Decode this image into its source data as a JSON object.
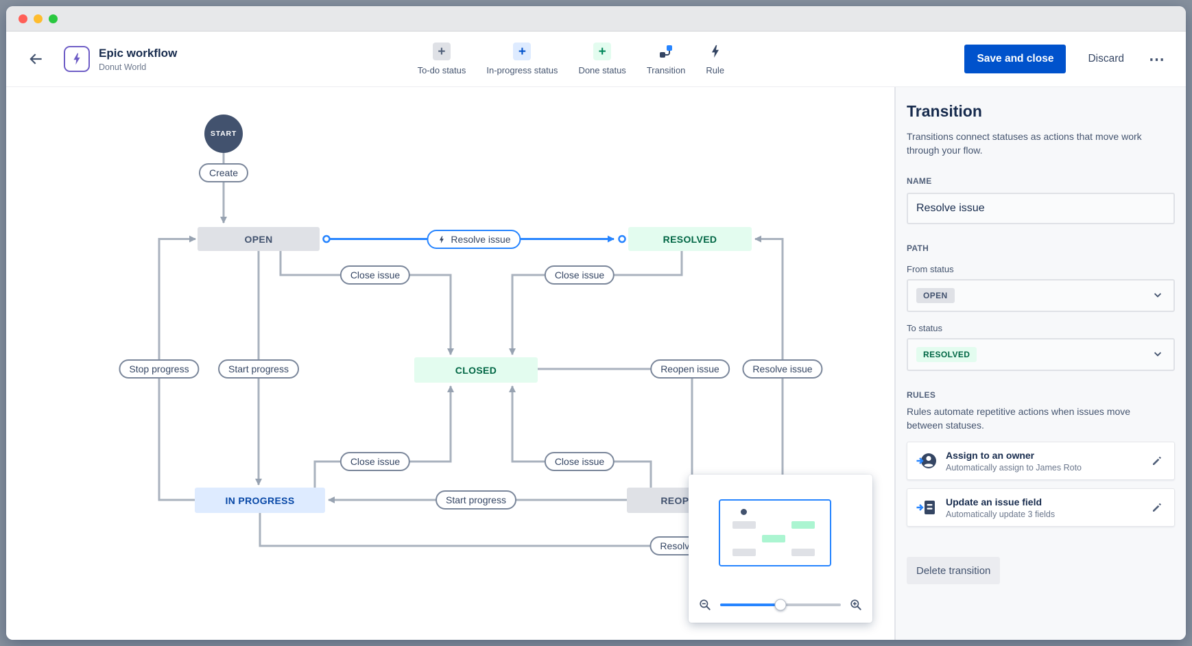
{
  "icons": {
    "plus": "+",
    "more": "⋯"
  },
  "colors": {
    "primary": "#0052CC",
    "selected_transition": "#2684FF",
    "connector": "#A5ADBA",
    "todo_bg": "#DFE1E6",
    "todo_text": "#42526E",
    "inprogress_bg": "#DEEBFF",
    "inprogress_text": "#0747A6",
    "done_bg": "#E3FCEF",
    "done_text": "#006644"
  },
  "header": {
    "title": "Epic workflow",
    "subtitle": "Donut World",
    "toolbar": [
      {
        "label": "To-do status"
      },
      {
        "label": "In-progress status"
      },
      {
        "label": "Done status"
      },
      {
        "label": "Transition"
      },
      {
        "label": "Rule"
      }
    ],
    "save_label": "Save and close",
    "discard_label": "Discard"
  },
  "canvas": {
    "start_label": "START",
    "statuses": {
      "open": "OPEN",
      "resolved": "RESOLVED",
      "closed": "CLOSED",
      "in_progress": "IN PROGRESS",
      "reopened": "REOPENED"
    },
    "transitions": {
      "create": "Create",
      "resolve_selected": "Resolve issue",
      "close_top_left": "Close issue",
      "close_top_right": "Close issue",
      "stop_progress": "Stop progress",
      "start_progress": "Start progress",
      "reopen_issue": "Reopen issue",
      "resolve_right": "Resolve issue",
      "close_bottom_left": "Close issue",
      "close_bottom_right": "Close issue",
      "start_progress_bottom": "Start progress",
      "resolve_bottom": "Resolve issue"
    }
  },
  "panel": {
    "title": "Transition",
    "description": "Transitions connect statuses as actions that move work through your flow.",
    "name_label": "NAME",
    "name_value": "Resolve issue",
    "path_label": "PATH",
    "from_label": "From status",
    "from_status": "OPEN",
    "to_label": "To status",
    "to_status": "RESOLVED",
    "rules_label": "RULES",
    "rules_description": "Rules automate repetitive actions when issues move between statuses.",
    "rules": [
      {
        "title": "Assign to an owner",
        "subtitle": "Automatically assign to James Roto"
      },
      {
        "title": "Update an issue field",
        "subtitle": "Automatically update 3 fields"
      }
    ],
    "delete_label": "Delete transition"
  }
}
